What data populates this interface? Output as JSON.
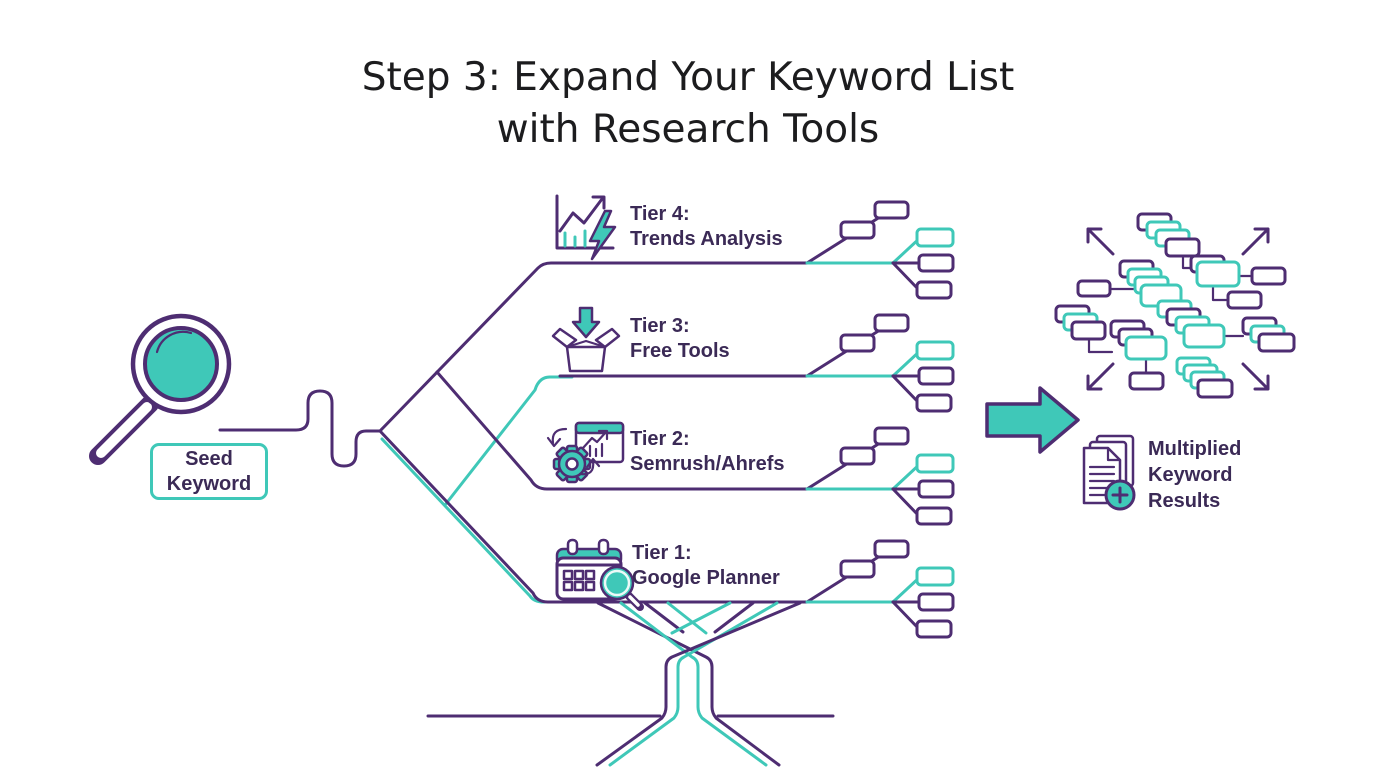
{
  "title": {
    "line1": "Step 3: Expand Your Keyword List",
    "line2": "with Research Tools"
  },
  "seed_keyword": {
    "line1": "Seed",
    "line2": "Keyword",
    "icon": "magnifying-glass-icon"
  },
  "tiers": [
    {
      "label": "Tier 4:",
      "name": "Trends Analysis",
      "icon": "trends-chart-lightning-icon"
    },
    {
      "label": "Tier 3:",
      "name": "Free Tools",
      "icon": "open-box-download-icon"
    },
    {
      "label": "Tier 2:",
      "name": "Semrush/Ahrefs",
      "icon": "gear-analytics-icon"
    },
    {
      "label": "Tier 1:",
      "name": "Google Planner",
      "icon": "calendar-search-icon"
    }
  ],
  "result": {
    "line1": "Multiplied",
    "line2": "Keyword",
    "line3": "Results",
    "icon": "documents-plus-icon",
    "arrow_icon": "big-right-arrow-icon"
  },
  "colors": {
    "purple": "#4e2d72",
    "teal": "#3fc8b8",
    "text_dark": "#3b2a56",
    "title": "#1c1c1e",
    "background": "#ffffff"
  }
}
